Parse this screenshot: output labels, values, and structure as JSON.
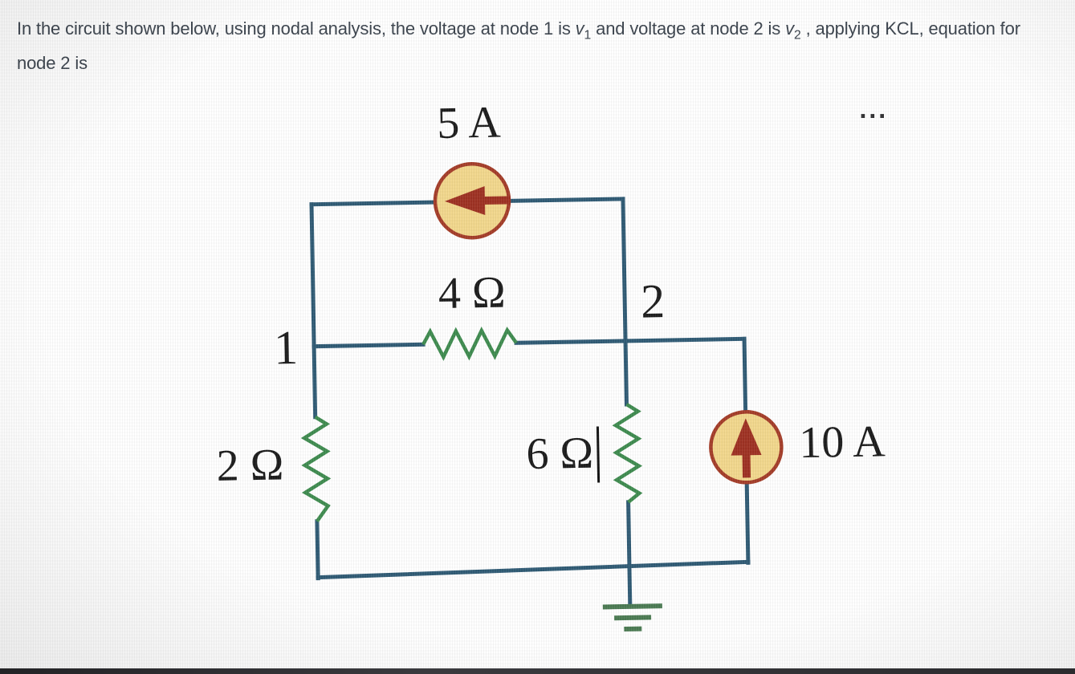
{
  "question": {
    "part1": "In the circuit shown below, using nodal analysis, the voltage at node 1 is ",
    "v1_symbol": "v",
    "v1_sub": "1",
    "part2": " and voltage at node 2 is ",
    "v2_symbol": "v",
    "v2_sub": "2",
    "part3": " , applying KCL, equation for",
    "line2": "node 2 is"
  },
  "menu_ellipsis": "...",
  "circuit": {
    "current_source_top": {
      "label": "5 A",
      "direction": "left"
    },
    "current_source_right": {
      "label": "10 A",
      "direction": "up"
    },
    "resistor_top": {
      "label": "4 Ω"
    },
    "resistor_left": {
      "label": "2 Ω"
    },
    "resistor_middle": {
      "label": "6 Ω"
    },
    "node1": {
      "label": "1"
    },
    "node2": {
      "label": "2"
    }
  },
  "theme": {
    "wire_color": "#2f5a74",
    "resistor_color": "#3e8b4f",
    "source_fill": "#f2d78c",
    "source_border": "#a43c28",
    "arrow_color": "#9e3122",
    "ground_color": "#4a7a52",
    "text_color": "#3a424c",
    "label_color": "#1b1b1b",
    "background": "#d6d5d1"
  }
}
